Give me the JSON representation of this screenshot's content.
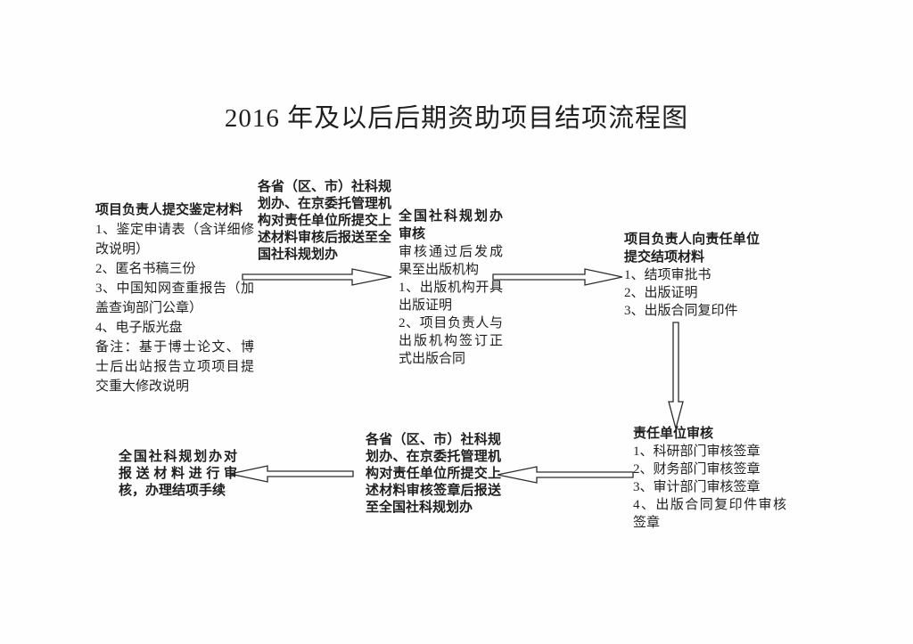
{
  "title": "2016 年及以后后期资助项目结项流程图",
  "colors": {
    "background": "#ffffff",
    "text": "#1f1f1f",
    "arrow_outline": "#2b2b2b",
    "arrow_fill": "#ffffff"
  },
  "flow": {
    "submit_appraisal": {
      "heading": "项目负责人提交鉴定材料",
      "items": [
        "1、鉴定申请表（含详细修改说明）",
        "2、匿名书稿三份",
        "3、中国知网查重报告（加盖查询部门公章）",
        "4、电子版光盘",
        "备注：基于博士论文、博士后出站报告立项项目提交重大修改说明"
      ]
    },
    "provincial_forward": {
      "text": "各省（区、市）社科规划办、在京委托管理机构对责任单位所提交上述材料审核后报送至全国社科规划办"
    },
    "national_review": {
      "heading": "全国社科规划办审核",
      "note": "审核通过后发成果至出版机构",
      "items": [
        "1、出版机构开具出版证明",
        "2、项目负责人与出版机构签订正式出版合同"
      ]
    },
    "submit_completion": {
      "heading": "项目负责人向责任单位提交结项材料",
      "items": [
        "1、结项审批书",
        "2、出版证明",
        "3、出版合同复印件"
      ]
    },
    "unit_review": {
      "heading": "责任单位审核",
      "items": [
        "1、科研部门审核签章",
        "2、财务部门审核签章",
        "3、审计部门审核签章",
        "4、出版合同复印件审核签章"
      ]
    },
    "provincial_forward_2": {
      "text": "各省（区、市）社科规划办、在京委托管理机构对责任单位所提交上述材料审核签章后报送至全国社科规划办"
    },
    "final_review": {
      "text": "全国社科规划办对报送材料进行审核，办理结项手续"
    }
  },
  "arrows": [
    {
      "id": "arrow-right-1",
      "direction": "right"
    },
    {
      "id": "arrow-right-2",
      "direction": "right"
    },
    {
      "id": "arrow-down-1",
      "direction": "down"
    },
    {
      "id": "arrow-left-1",
      "direction": "left"
    },
    {
      "id": "arrow-left-2",
      "direction": "left"
    }
  ]
}
